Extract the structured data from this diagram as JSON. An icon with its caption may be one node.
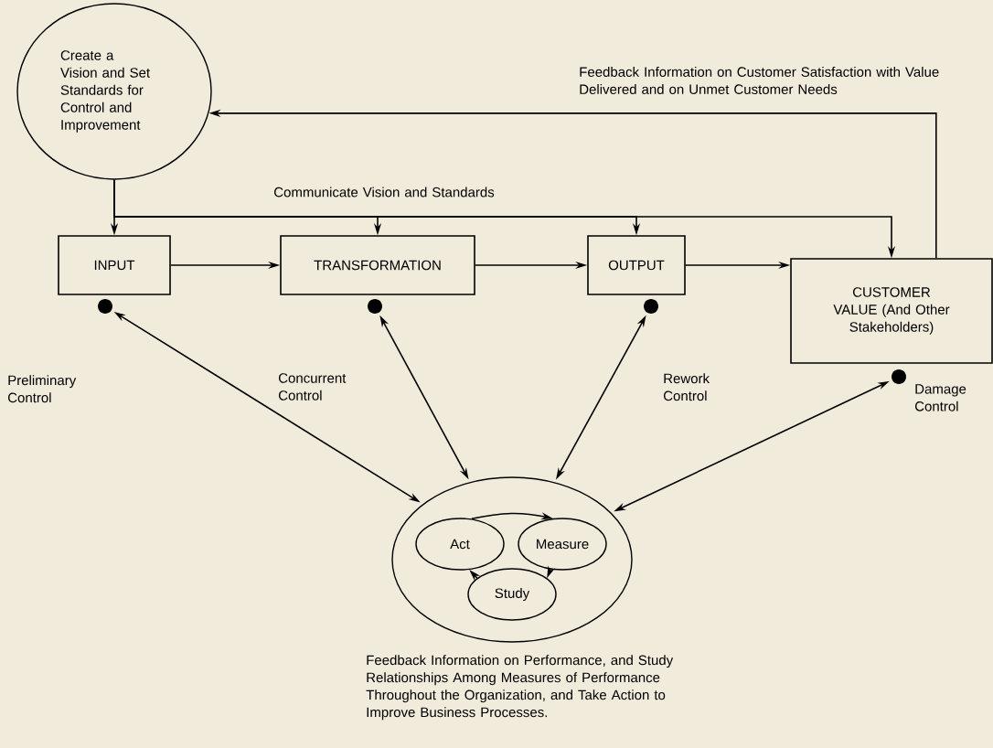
{
  "diagram": {
    "nodes": [
      {
        "text": [
          "Create a Vision and Set Standards for Control and Improvement"
        ]
      },
      {
        "text": [
          "INPUT"
        ]
      },
      {
        "text": [
          "TRANSFORMATION"
        ]
      },
      {
        "text": [
          "OUTPUT"
        ]
      },
      {
        "text": [
          "CUSTOMER VALUE (And Other Stakeholders)"
        ]
      },
      {
        "text": [],
        "shape": "dot"
      },
      {
        "text": [],
        "shape": "dot"
      },
      {
        "text": [],
        "shape": "dot"
      },
      {
        "text": [],
        "shape": "dot"
      },
      {
        "text": [],
        "shape": "ellipse",
        "beside": [
          "Feedback Information on Performance, and Study Relationships Among Measures of Performance Throughout the Organization, and Take Action to Improve Business Processes."
        ]
      },
      {
        "text": [
          "Act"
        ],
        "in": 9
      },
      {
        "text": [
          "Measure"
        ],
        "in": 9
      },
      {
        "text": [
          "Study"
        ],
        "in": 9
      }
    ],
    "edges": [
      {
        "from": 4,
        "to": 0,
        "arrow": "to",
        "label": "Feedback Information on Customer Satisfaction with Value Delivered and on Unmet Customer Needs"
      },
      {
        "from": 0,
        "to": 1,
        "arrow": "to"
      },
      {
        "from": 0,
        "to": 2,
        "arrow": "to",
        "label": "Communicate Vision and Standards"
      },
      {
        "from": 0,
        "to": 3,
        "arrow": "to"
      },
      {
        "from": 0,
        "to": 4,
        "arrow": "to"
      },
      {
        "from": 1,
        "to": 2,
        "arrow": "to"
      },
      {
        "from": 2,
        "to": 3,
        "arrow": "to"
      },
      {
        "from": 3,
        "to": 4,
        "arrow": "to"
      },
      {
        "from": 9,
        "to": 5,
        "arrow": "both"
      },
      {
        "from": 9,
        "to": 6,
        "arrow": "both"
      },
      {
        "from": 9,
        "to": 7,
        "arrow": "both"
      },
      {
        "from": 9,
        "to": 8,
        "arrow": "both"
      },
      {
        "from": 10,
        "to": 11,
        "arrow": "to"
      },
      {
        "from": 11,
        "to": 12,
        "arrow": "to"
      },
      {
        "from": 12,
        "to": 10,
        "arrow": "to"
      }
    ],
    "labels": [
      "Preliminary Control",
      "Concurrent Control",
      "Rework Control",
      "Damage Control"
    ]
  }
}
